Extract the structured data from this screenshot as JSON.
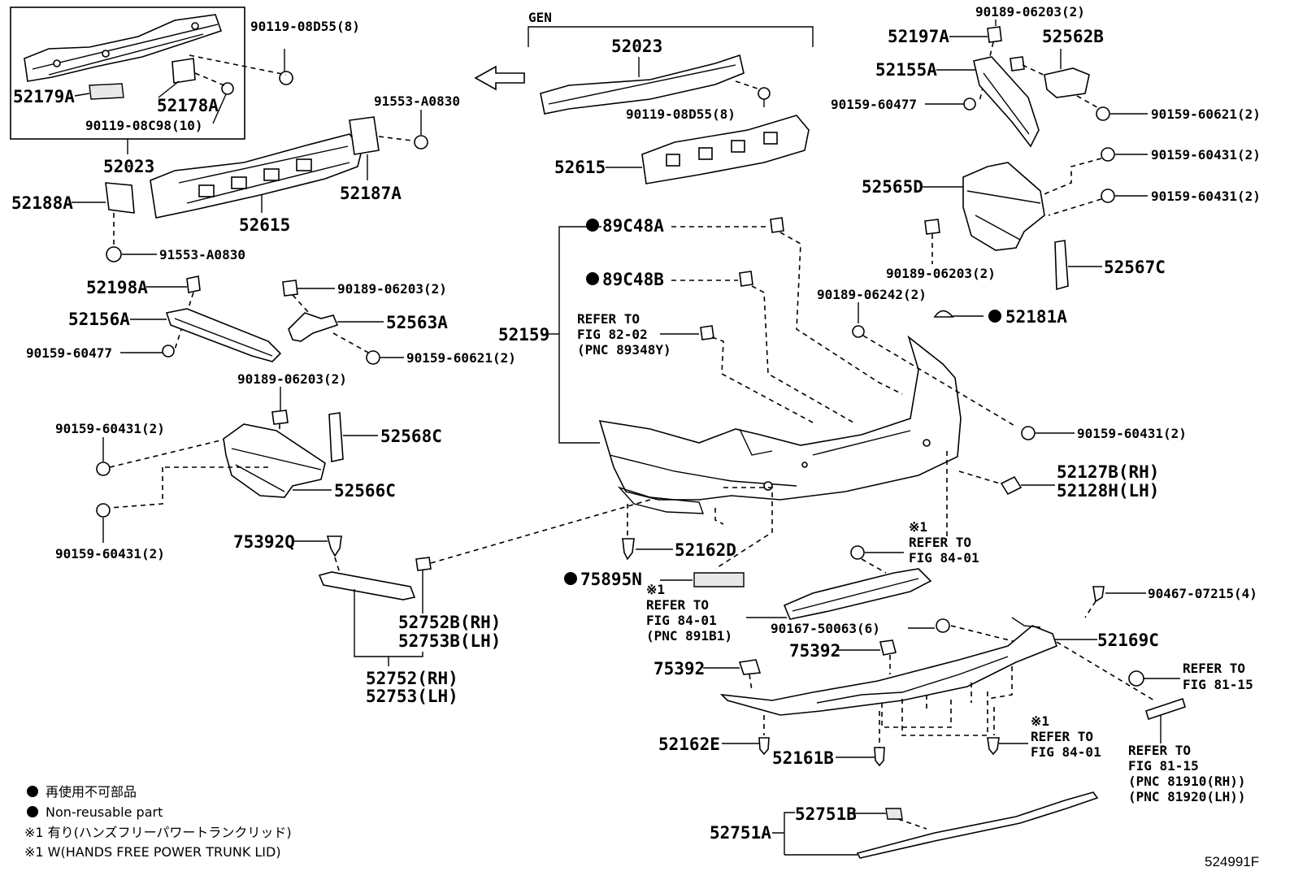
{
  "diagram": {
    "variant_label": "GEN",
    "figure_code": "524991F",
    "legend": {
      "line1": "再使用不可部品",
      "line2": "Non-reusable part",
      "line3": "※1 有り(ハンズフリーパワートランクリッド)",
      "line4": "※1 W(HANDS FREE POWER TRUNK LID)"
    },
    "parts": {
      "p90119_08D55_top": "90119-08D55(8)",
      "p52179A": "52179A",
      "p52178A": "52178A",
      "p90119_08C98": "90119-08C98(10)",
      "p52023_box": "52023",
      "p52188A": "52188A",
      "p91553_A0830_a": "91553-A0830",
      "p91553_A0830_b": "91553-A0830",
      "p52187A": "52187A",
      "p52615_left": "52615",
      "p52023_gen": "52023",
      "p90119_08D55_gen": "90119-08D55(8)",
      "p52615_gen": "52615",
      "p90189_06203_tr": "90189-06203(2)",
      "p52197A": "52197A",
      "p52562B": "52562B",
      "p52155A": "52155A",
      "p90159_60477_r": "90159-60477",
      "p90159_60621_r": "90159-60621(2)",
      "p90159_60431_r1": "90159-60431(2)",
      "p52565D": "52565D",
      "p90159_60431_r2": "90159-60431(2)",
      "p90189_06203_mid": "90189-06203(2)",
      "p52567C": "52567C",
      "p89C48A": "89C48A",
      "p89C48B": "89C48B",
      "p52159": "52159",
      "ref_82_a": "REFER TO",
      "ref_82_b": "FIG 82-02",
      "ref_82_c": "(PNC 89348Y)",
      "p90189_06242": "90189-06242(2)",
      "p52181A": "52181A",
      "p52198A": "52198A",
      "p90189_06203_l": "90189-06203(2)",
      "p52156A": "52156A",
      "p52563A": "52563A",
      "p90159_60477_l": "90159-60477",
      "p90159_60621_l": "90159-60621(2)",
      "p90189_06203_l2": "90189-06203(2)",
      "p90159_60431_l1": "90159-60431(2)",
      "p52568C": "52568C",
      "p52566C": "52566C",
      "p90159_60431_l2": "90159-60431(2)",
      "p90159_60431_r3": "90159-60431(2)",
      "p52127B": "52127B(RH)",
      "p52128H": "52128H(LH)",
      "p75392Q": "75392Q",
      "p52162D": "52162D",
      "ref_8401_a1": "※1",
      "ref_8401_a2": "REFER TO",
      "ref_8401_a3": "FIG 84-01",
      "p75895N": "75895N",
      "ref_891_1": "※1",
      "ref_891_2": "REFER TO",
      "ref_891_3": "FIG 84-01",
      "ref_891_4": "(PNC 891B1)",
      "p52752B": "52752B(RH)",
      "p52753B": "52753B(LH)",
      "p52752": "52752(RH)",
      "p52753": "52753(LH)",
      "p90467_07215": "90467-07215(4)",
      "p90167_50063": "90167-50063(6)",
      "p52169C": "52169C",
      "p75392_a": "75392",
      "p75392_b": "75392",
      "ref_8115_a1": "REFER TO",
      "ref_8115_a2": "FIG 81-15",
      "p52162E": "52162E",
      "p52161B": "52161B",
      "ref_8401_b1": "※1",
      "ref_8401_b2": "REFER TO",
      "ref_8401_b3": "FIG 84-01",
      "ref_8115_b1": "REFER TO",
      "ref_8115_b2": "FIG 81-15",
      "ref_8115_b3": "(PNC 81910(RH))",
      "ref_8115_b4": "(PNC 81920(LH))",
      "p52751B": "52751B",
      "p52751A": "52751A"
    }
  }
}
